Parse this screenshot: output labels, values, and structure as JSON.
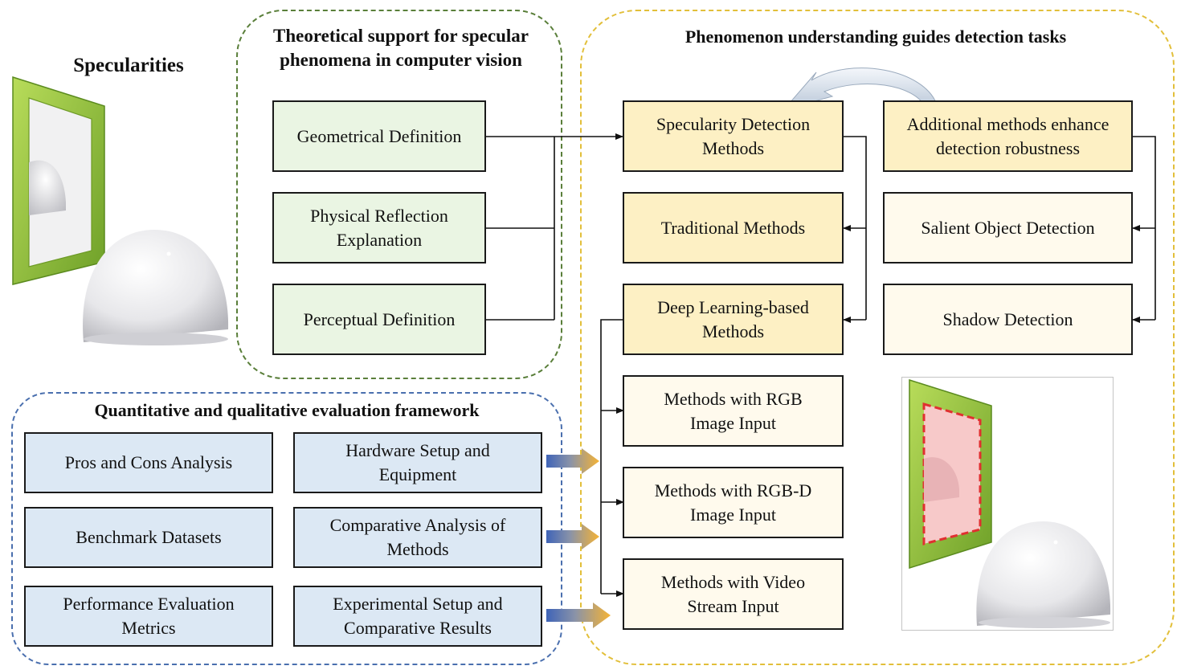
{
  "colors": {
    "theory_border": "#5a7f3a",
    "phenomenon_border": "#e2bf3a",
    "evaluation_border": "#4a6fae",
    "green_box": "#eaf5e3",
    "yellow_box": "#fdf0c4",
    "cream_box": "#fffaed",
    "blue_box": "#dce8f4",
    "frame_green": "#8cc63f",
    "mask_red": "#e03030"
  },
  "specularities": {
    "title": "Specularities"
  },
  "theory": {
    "title": "Theoretical support for specular\nphenomena in computer vision",
    "items": [
      "Geometrical Definition",
      "Physical Reflection\nExplanation",
      "Perceptual Definition"
    ]
  },
  "phenomenon": {
    "title": "Phenomenon understanding guides detection tasks",
    "detection": {
      "header": "Specularity Detection\nMethods",
      "items": [
        "Traditional Methods",
        "Deep Learning-based\nMethods"
      ],
      "inputs": [
        "Methods with RGB\nImage Input",
        "Methods with RGB-D\nImage Input",
        "Methods with Video\nStream Input"
      ]
    },
    "additional": {
      "header": "Additional methods enhance\ndetection robustness",
      "items": [
        "Salient Object Detection",
        "Shadow Detection"
      ]
    }
  },
  "evaluation": {
    "title": "Quantitative and qualitative evaluation framework",
    "left": [
      "Pros and Cons Analysis",
      "Benchmark Datasets",
      "Performance Evaluation\nMetrics"
    ],
    "right": [
      "Hardware Setup and\nEquipment",
      "Comparative Analysis of\nMethods",
      "Experimental Setup and\nComparative Results"
    ]
  }
}
